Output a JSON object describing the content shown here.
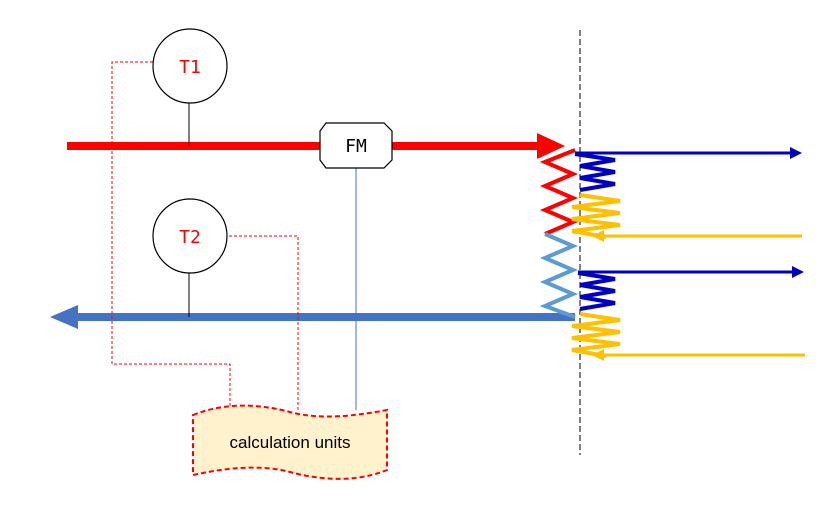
{
  "sensors": {
    "t1_label": "T1",
    "t2_label": "T2"
  },
  "flow_meter": {
    "label": "FM"
  },
  "calculator": {
    "label": "calculation units"
  },
  "colors": {
    "supply_line": "#ff0000",
    "return_line": "#4472c4",
    "secondary_flow": "#0000c0",
    "secondary_return": "#ffc000",
    "exchanger_return": "#5b9bd5",
    "signal_wire": "#ff0000",
    "calculator_fill": "#fff2cc",
    "boundary_line": "#000000"
  }
}
